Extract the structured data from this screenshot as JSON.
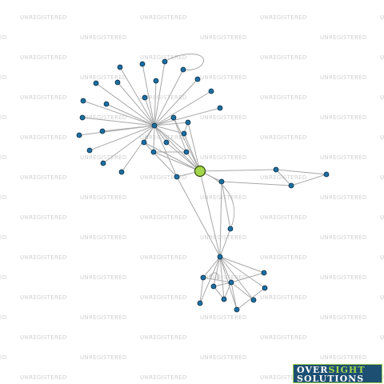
{
  "watermark": {
    "text": "UNREGISTERED"
  },
  "colors": {
    "background": "#ffffff",
    "node": "#1c6fa3",
    "focus_node": "#a3d64a",
    "edge": "#a8a8a8",
    "watermark": "#d0d0d0",
    "logo_bg": "#1d4f73",
    "logo_accent": "#a3d64a"
  },
  "logo": {
    "line1_part1": "OVER",
    "line1_part2": "SIGHT",
    "line2": "SOLUTIONS"
  }
}
